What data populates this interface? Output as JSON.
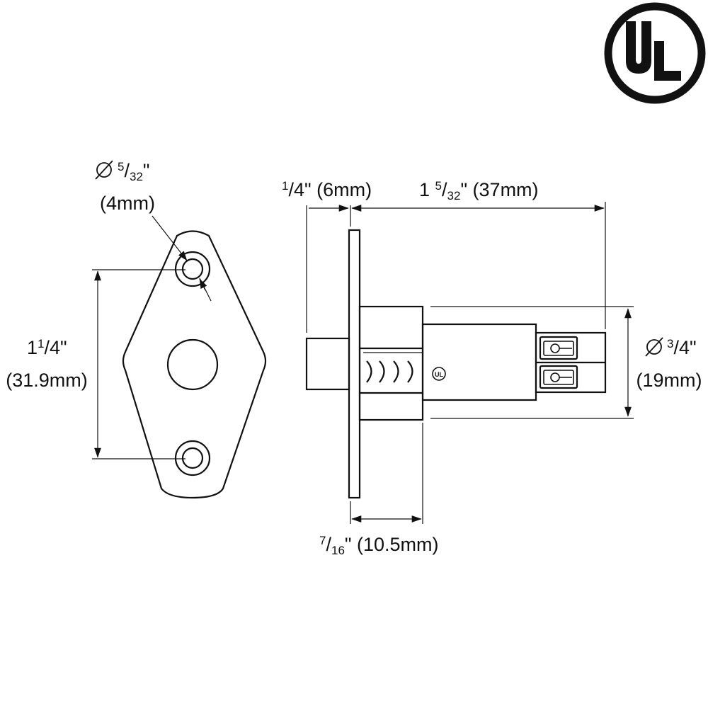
{
  "logo": {
    "text": "UL",
    "name": "ul-certification-mark"
  },
  "plate_view": {
    "hole_dia": {
      "whole": "",
      "num": "5",
      "den": "32",
      "inch": "\"",
      "mm": "(4mm)"
    },
    "hole_spacing": {
      "whole": "1",
      "num": "1",
      "den": "4",
      "inch": "\"",
      "mm": "(31.9mm)"
    }
  },
  "side_view": {
    "bolt_throw": {
      "num": "1",
      "den": "4",
      "inch": "\"",
      "mm": "(6mm)"
    },
    "body_length": {
      "whole": "1 ",
      "num": "5",
      "den": "32",
      "inch": "\"",
      "mm": "(37mm)"
    },
    "body_dia": {
      "num": "3",
      "den": "4",
      "inch": "\"",
      "mm": "(19mm)"
    },
    "backset": {
      "num": "7",
      "den": "16",
      "inch": "\"",
      "mm": "(10.5mm)"
    },
    "body_mark": "UL"
  },
  "colors": {
    "ink": "#111111",
    "background": "#ffffff"
  }
}
